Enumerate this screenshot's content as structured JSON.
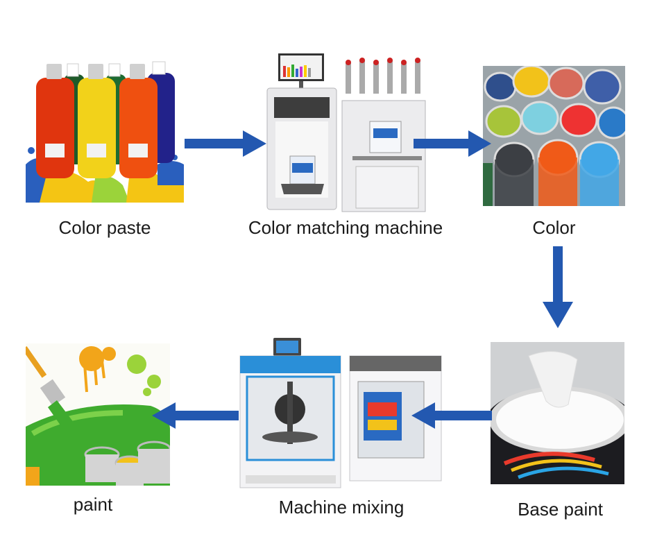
{
  "steps": {
    "color_paste": "Color paste",
    "color_matching_machine": "Color matching machine",
    "color": "Color",
    "base_paint": "Base paint",
    "machine_mixing": "Machine mixing",
    "paint": "paint"
  },
  "colors": {
    "arrow": "#2358b0",
    "machine_body": "#e9e9eb",
    "mixer_blue": "#2a8fd8"
  }
}
